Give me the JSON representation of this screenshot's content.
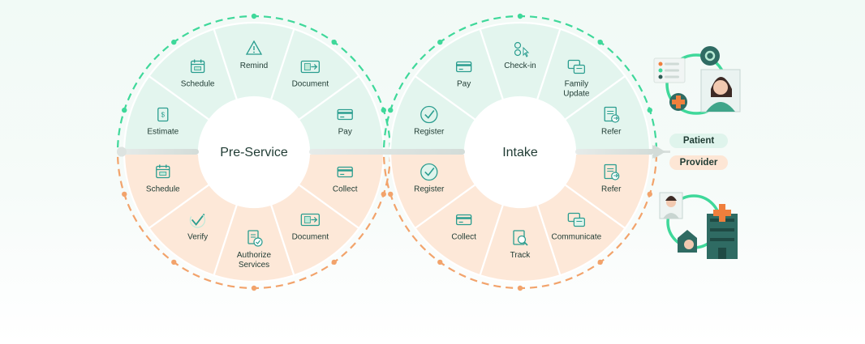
{
  "colors": {
    "patient_fill": "#e3f5ee",
    "provider_fill": "#fde8d8",
    "patient_accent": "#3fd89a",
    "provider_accent": "#f2a36b",
    "icon_teal": "#2a9d8f",
    "dark_teal": "#2f5b55",
    "orange": "#f07f3c"
  },
  "wheels": [
    {
      "id": "pre-service",
      "hub": "Pre-Service",
      "top": [
        {
          "label": "Estimate",
          "icon": "price-tag-icon"
        },
        {
          "label": "Schedule",
          "icon": "calendar-icon"
        },
        {
          "label": "Remind",
          "icon": "warning-icon"
        },
        {
          "label": "Document",
          "icon": "document-transfer-icon"
        },
        {
          "label": "Pay",
          "icon": "credit-card-icon"
        }
      ],
      "bottom": [
        {
          "label": "Schedule",
          "icon": "calendar-icon"
        },
        {
          "label": "Verify",
          "icon": "check-icon"
        },
        {
          "label": "Authorize Services",
          "icon": "authorize-document-icon"
        },
        {
          "label": "Document",
          "icon": "document-transfer-icon"
        },
        {
          "label": "Collect",
          "icon": "credit-card-icon"
        }
      ]
    },
    {
      "id": "intake",
      "hub": "Intake",
      "top": [
        {
          "label": "Register",
          "icon": "check-circle-icon"
        },
        {
          "label": "Pay",
          "icon": "credit-card-icon"
        },
        {
          "label": "Check-in",
          "icon": "check-in-icon"
        },
        {
          "label": "Family Update",
          "icon": "chat-icon"
        },
        {
          "label": "Refer",
          "icon": "refer-document-icon"
        }
      ],
      "bottom": [
        {
          "label": "Register",
          "icon": "check-circle-icon"
        },
        {
          "label": "Collect",
          "icon": "credit-card-icon"
        },
        {
          "label": "Track",
          "icon": "magnifier-document-icon"
        },
        {
          "label": "Communicate",
          "icon": "chat-icon"
        },
        {
          "label": "Refer",
          "icon": "refer-document-icon"
        }
      ]
    }
  ],
  "legend": {
    "patient": "Patient",
    "provider": "Provider"
  },
  "illustrations": {
    "patient": "patient-illustration",
    "provider": "provider-illustration"
  }
}
